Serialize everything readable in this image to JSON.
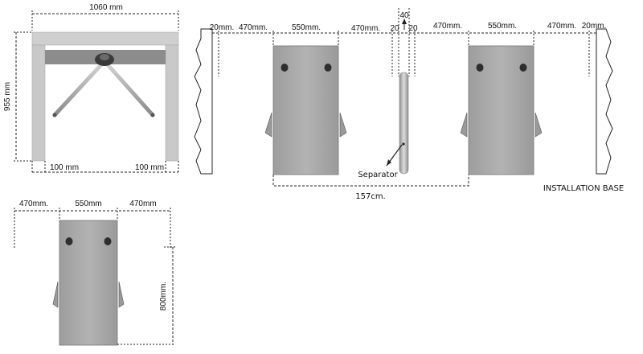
{
  "front_view": {
    "width_label": "1060 mm",
    "height_label": "955 mm",
    "left_leg_label": "100 mm",
    "right_leg_label": "100 mm"
  },
  "plan_view": {
    "left_end_gap": "20mm.",
    "lane1_label": "470mm.",
    "cabinet1_label": "550mm.",
    "lane2_label": "470mm.",
    "sep_gap_left": "20",
    "separator_width": "40",
    "sep_gap_right": "20",
    "lane3_label": "470mm.",
    "cabinet2_label": "550mm.",
    "lane4_label": "470mm.",
    "right_end_gap": "20mm.",
    "separator_label": "Separator",
    "span_label": "157cm.",
    "base_label": "INSTALLATION BASE"
  },
  "single_view": {
    "left_arm_label": "470mm.",
    "cabinet_label": "550mm",
    "right_arm_label": "470mm",
    "depth_label": "800mm."
  },
  "colors": {
    "cabinet": "#a9a9a9",
    "frame": "#c9c9c9",
    "frame_dark": "#8c8c8c",
    "arm": "#b8b8b8",
    "line": "#222222"
  }
}
